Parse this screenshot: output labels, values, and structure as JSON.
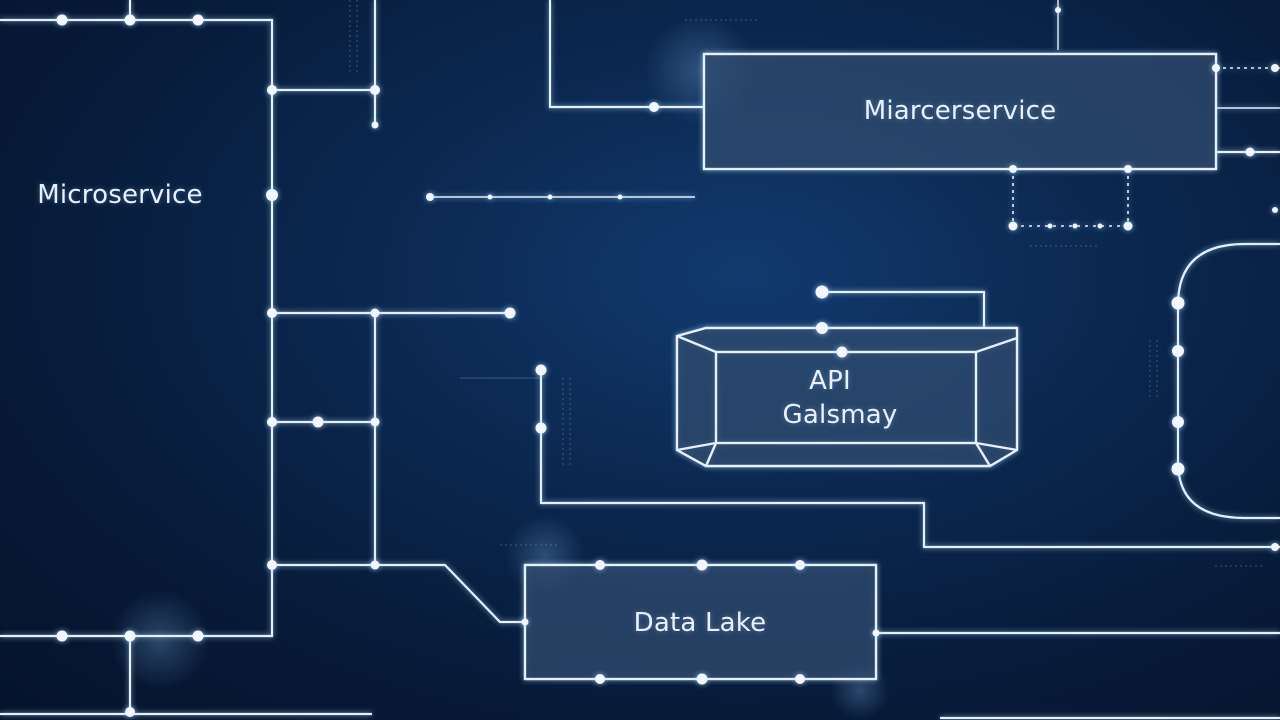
{
  "nodes": {
    "microservice_left": {
      "label": "Microservice"
    },
    "microservice_top": {
      "label": "Miarcerservice"
    },
    "api_gateway": {
      "line1": "API",
      "line2": "Galsmay"
    },
    "data_lake": {
      "label": "Data Lake"
    }
  },
  "colors": {
    "background": "#071a38",
    "line": "#e6f0ff",
    "text": "#e9f1ff"
  }
}
